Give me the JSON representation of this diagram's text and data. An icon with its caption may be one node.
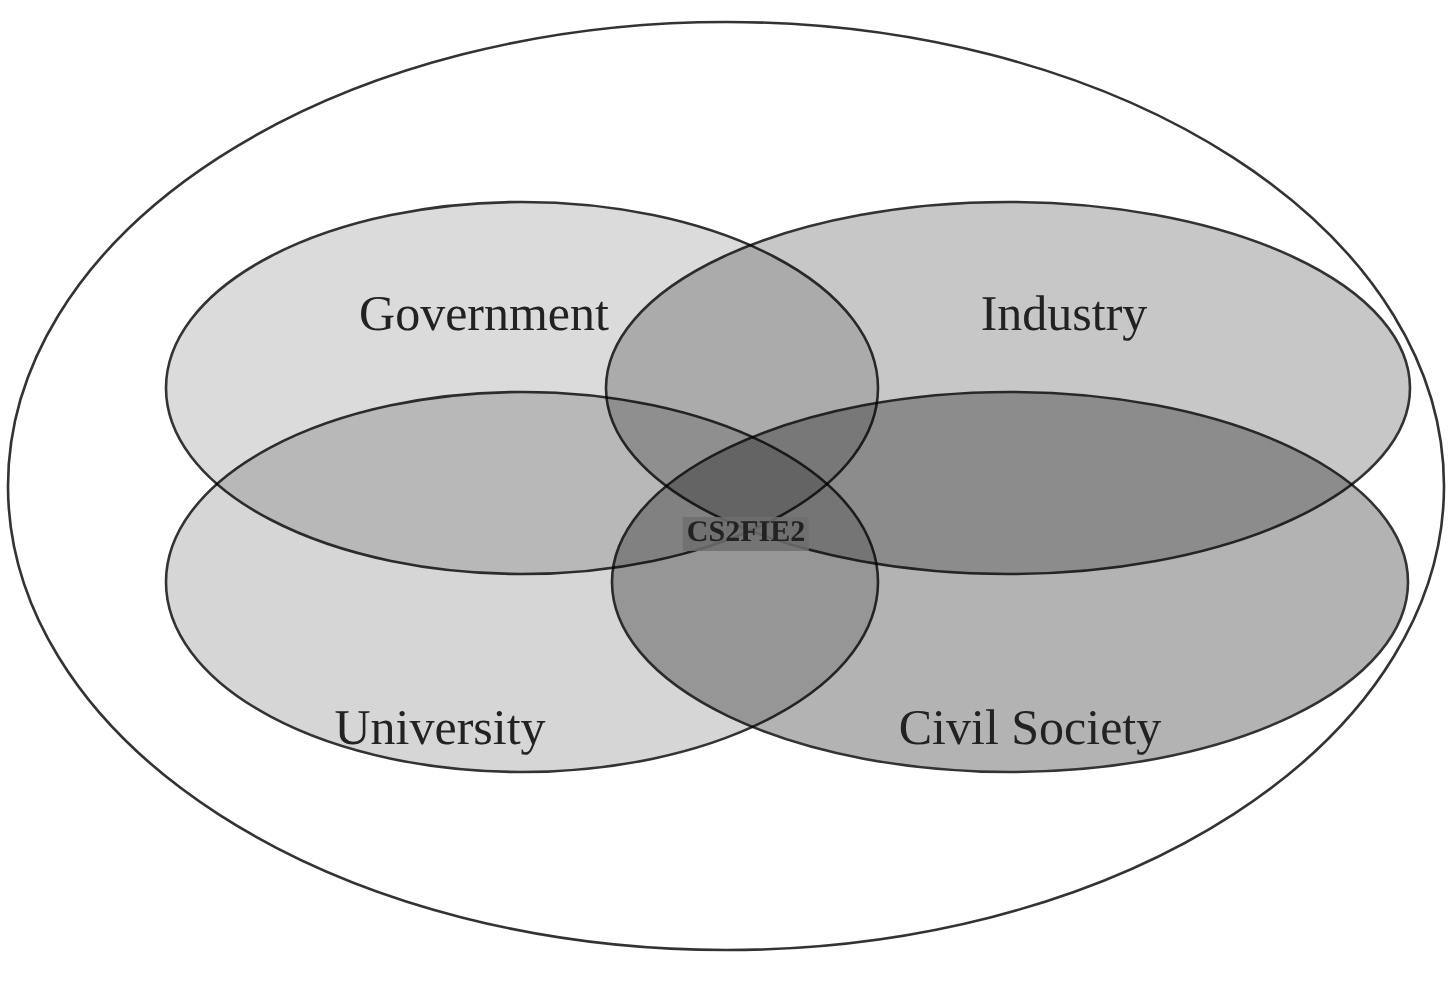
{
  "diagram": {
    "nodes": [
      {
        "text": [],
        "shape": "ellipse"
      },
      {
        "text": [
          "Government"
        ],
        "in": 0
      },
      {
        "text": [
          "Industry"
        ],
        "in": 0
      },
      {
        "text": [
          "University"
        ],
        "in": 0
      },
      {
        "text": [
          "Civil Society"
        ],
        "in": 0
      }
    ],
    "labels": [
      "CS2FIE2"
    ]
  }
}
